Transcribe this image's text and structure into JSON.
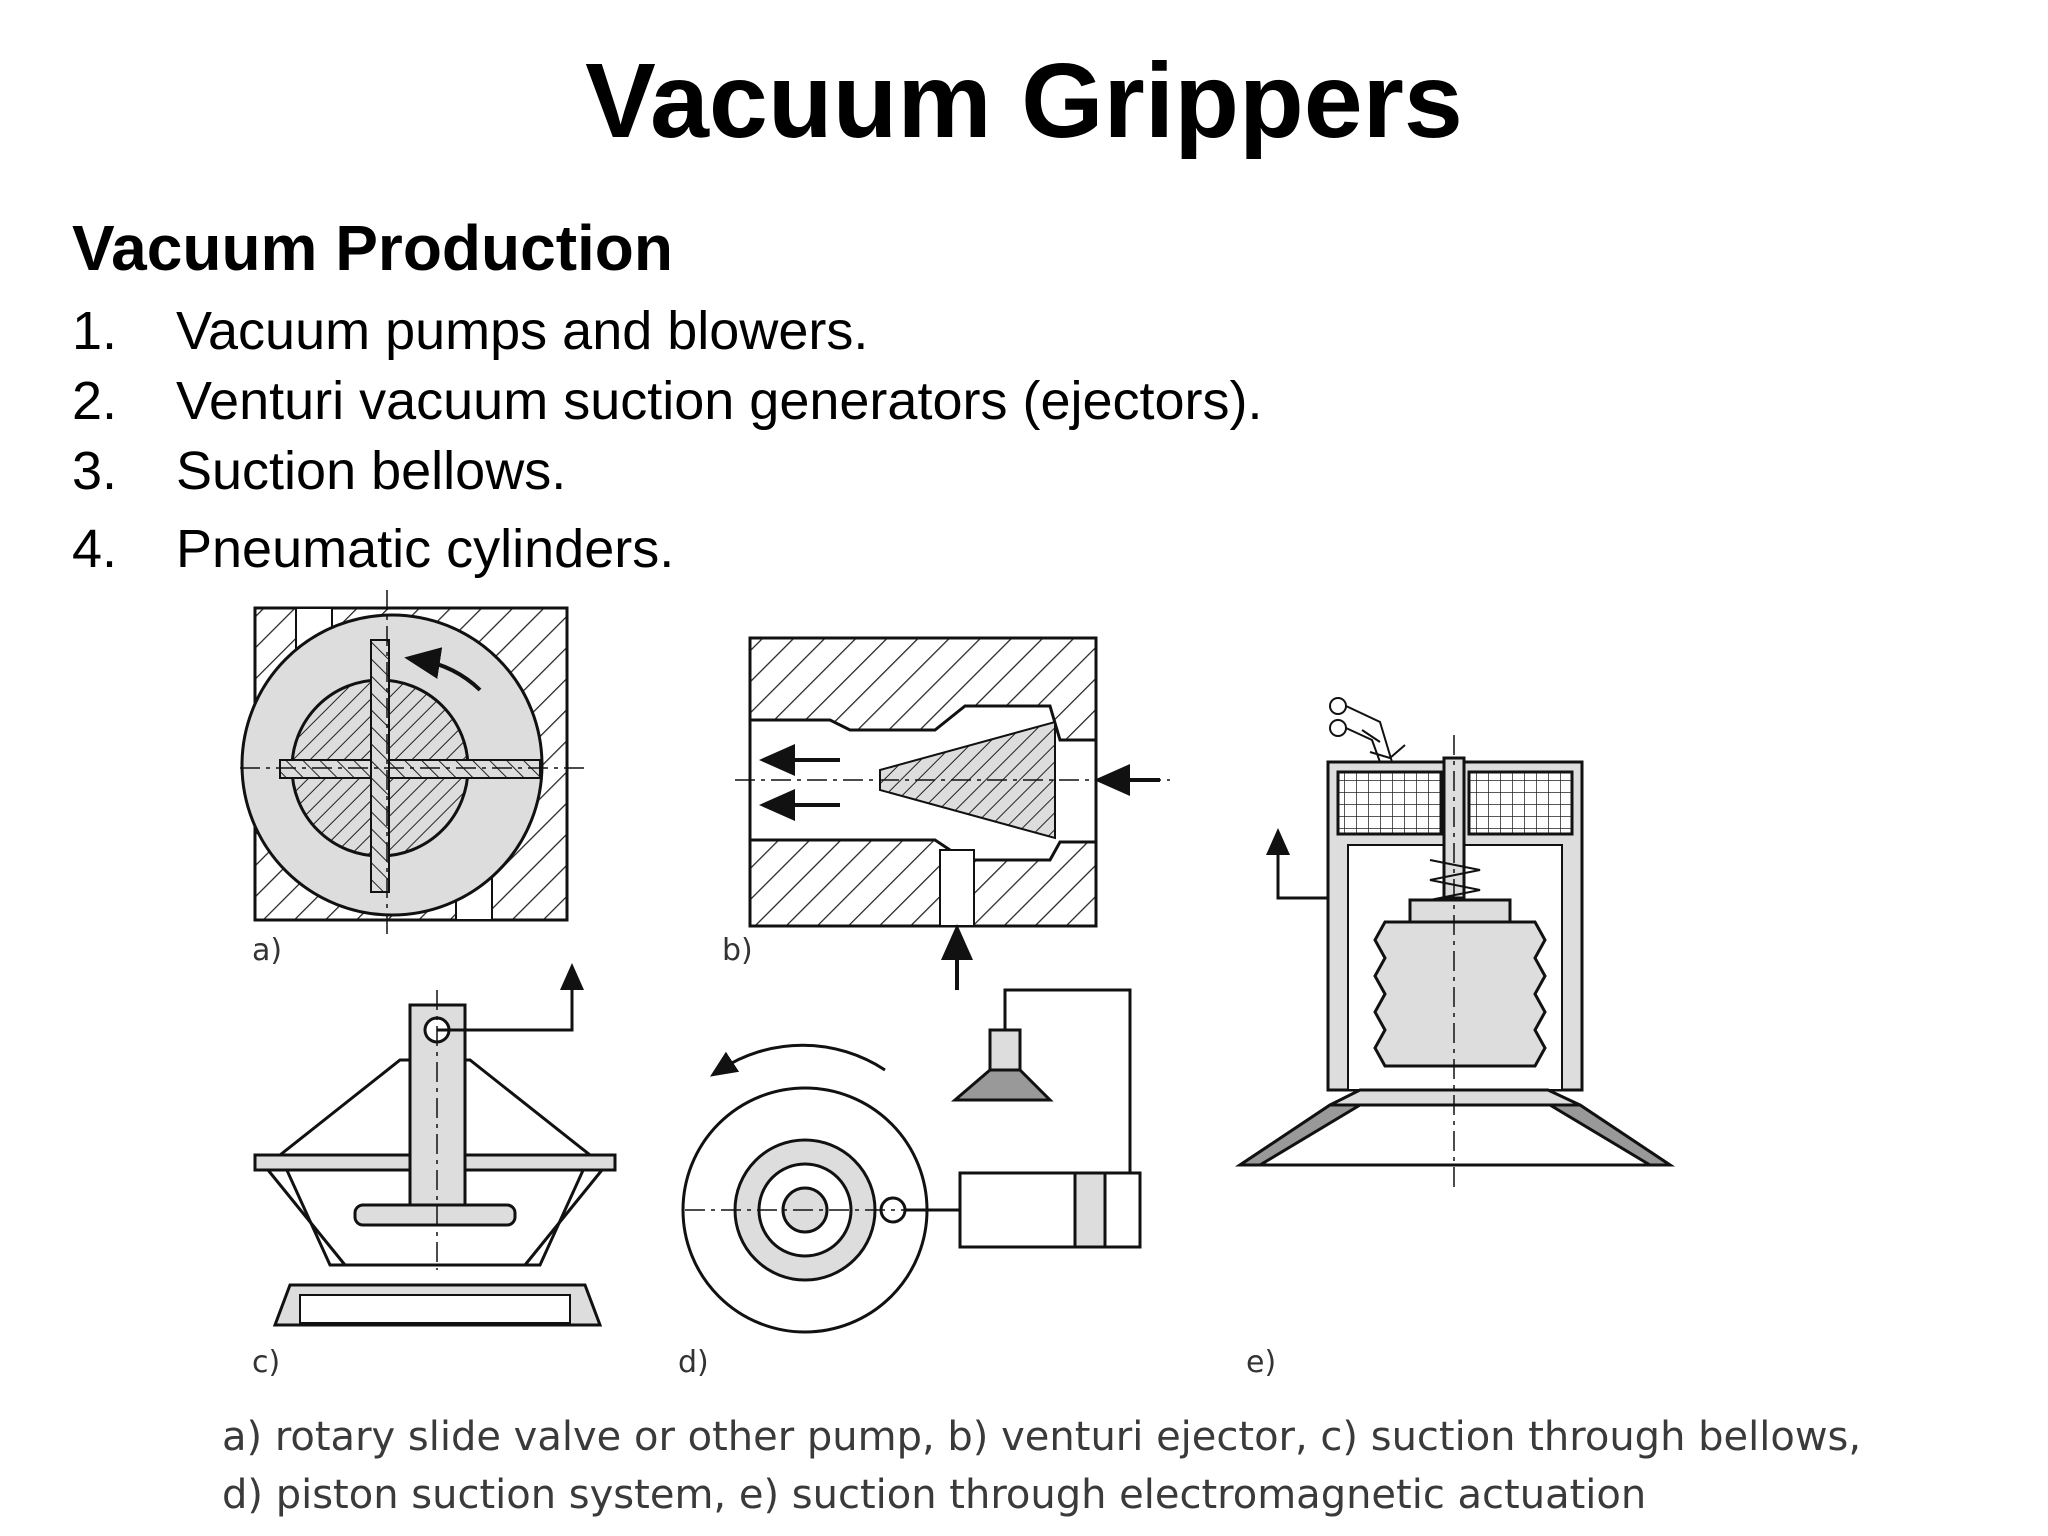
{
  "title": "Vacuum Grippers",
  "subtitle": "Vacuum Production",
  "list": [
    {
      "num": "1.",
      "text": "Vacuum pumps and blowers."
    },
    {
      "num": "2.",
      "text": "Venturi vacuum suction generators (ejectors)."
    },
    {
      "num": "3.",
      "text": "Suction bellows."
    },
    {
      "num": "4.",
      "text": "Pneumatic cylinders."
    }
  ],
  "figure": {
    "panels": [
      {
        "label": "a)",
        "icon": "rotary-slide-valve-diagram"
      },
      {
        "label": "b)",
        "icon": "venturi-ejector-diagram"
      },
      {
        "label": "c)",
        "icon": "suction-bellows-diagram"
      },
      {
        "label": "d)",
        "icon": "piston-suction-system-diagram"
      },
      {
        "label": "e)",
        "icon": "electromagnetic-actuation-diagram"
      }
    ],
    "caption_line1": "a) rotary slide valve or other pump, b) venturi ejector, c) suction through bellows,",
    "caption_line2": "d) piston suction system, e) suction through electromagnetic actuation"
  }
}
